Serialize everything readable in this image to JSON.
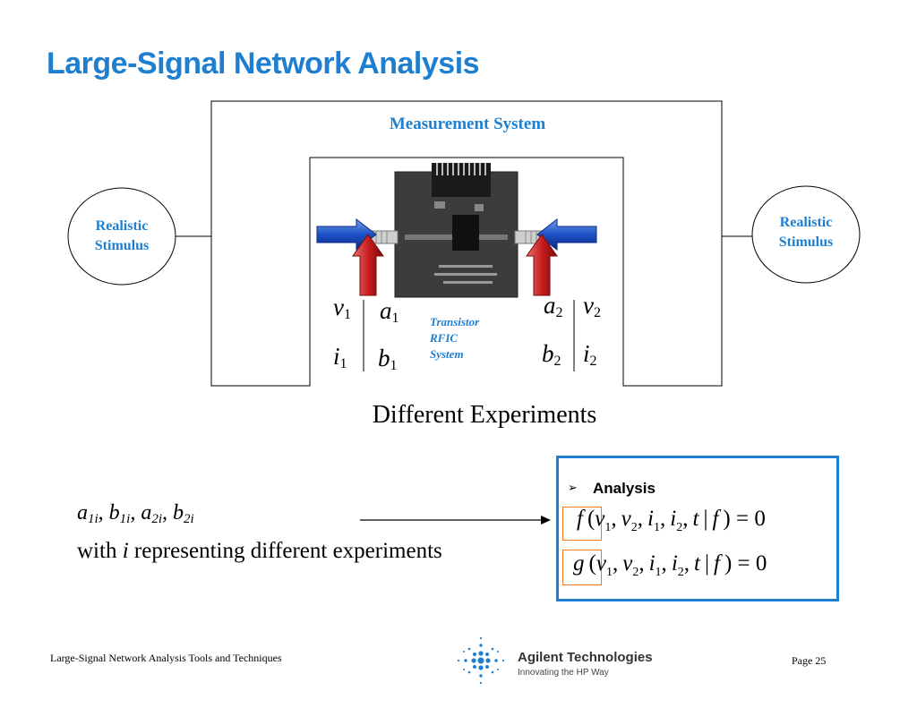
{
  "slide": {
    "title": "Large-Signal Network Analysis",
    "measurement_system_label": "Measurement System",
    "stimulus_left": [
      "Realistic",
      "Stimulus"
    ],
    "stimulus_right": [
      "Realistic",
      "Stimulus"
    ],
    "dut_label": [
      "Transistor",
      "RFIC",
      "System"
    ],
    "port1": {
      "v": "v",
      "v_sub": "1",
      "a": "a",
      "a_sub": "1",
      "i": "i",
      "i_sub": "1",
      "b": "b",
      "b_sub": "1"
    },
    "port2": {
      "a": "a",
      "a_sub": "2",
      "v": "v",
      "v_sub": "2",
      "b": "b",
      "b_sub": "2",
      "i": "i",
      "i_sub": "2"
    },
    "experiments_caption": "Different Experiments",
    "waves_expression": [
      "a",
      "1i",
      ", b",
      "1i",
      ", a",
      "2i",
      ", b",
      "2i"
    ],
    "experiments_note": {
      "prefix": "with ",
      "var": "i",
      "suffix": " representing different experiments"
    },
    "analysis": {
      "bullet": "➢",
      "label": "Analysis",
      "eq1": {
        "fn": "f",
        "args": "(v",
        "rest": " ) = 0"
      },
      "eq2": {
        "fn": "g",
        "args": "(v",
        "rest": " ) = 0"
      }
    },
    "footer": {
      "left": "Large-Signal Network Analysis Tools and Techniques",
      "page": "Page 25",
      "logo_name": "Agilent Technologies",
      "logo_tagline": "Innovating the HP Way"
    },
    "colors": {
      "accent": "#1e7fd0",
      "highlight": "#f07820",
      "arrow_red": "#c81e1e",
      "arrow_blue": "#1e50c8"
    }
  }
}
